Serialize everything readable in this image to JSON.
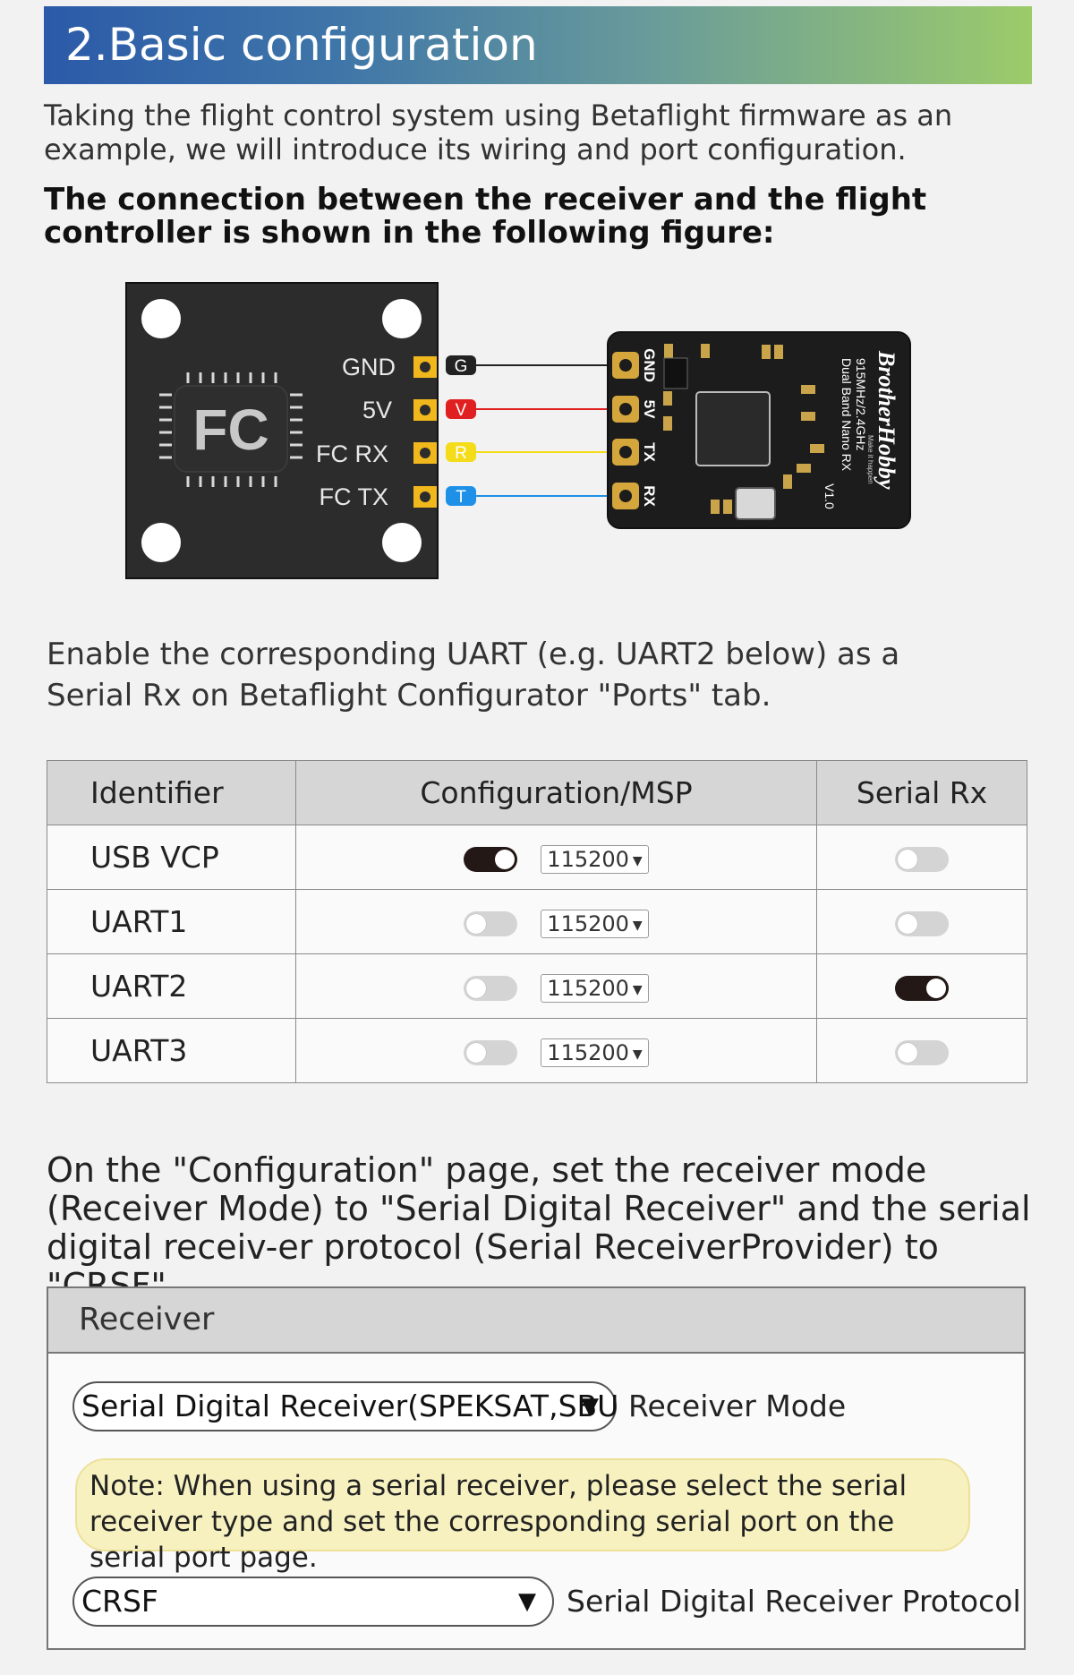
{
  "header": {
    "title": "2.Basic configuration"
  },
  "intro": {
    "text": "Taking the flight control system using Betaflight firmware as an example, we will introduce its wiring and port configuration.",
    "bold": "The connection between the receiver and the flight controller is shown in the following figure:"
  },
  "figure": {
    "fc_label": "FC",
    "fc_pins": [
      "GND",
      "5V",
      "FC RX",
      "FC TX"
    ],
    "pin_tags": [
      "G",
      "V",
      "R",
      "T"
    ],
    "wire_colors": [
      "#222222",
      "#e02020",
      "#f5dc1a",
      "#1e90e8"
    ],
    "rx_pins": [
      "GND",
      "5V",
      "TX",
      "RX"
    ],
    "rx_brand": "BrotherHobby",
    "rx_tagline": "Make it happen",
    "rx_model_1": "915MHz/2.4GHz",
    "rx_model_2": "Dual Band Nano RX",
    "rx_version": "V1.0"
  },
  "uart_text": "Enable the corresponding UART (e.g. UART2 below) as a Serial Rx on Betaflight Configurator \"Ports\" tab.",
  "ports_table": {
    "headers": [
      "Identifier",
      "Configuration/MSP",
      "Serial Rx"
    ],
    "rows": [
      {
        "id": "USB VCP",
        "msp": true,
        "baud": "115200",
        "serial_rx": false
      },
      {
        "id": "UART1",
        "msp": false,
        "baud": "115200",
        "serial_rx": false
      },
      {
        "id": "UART2",
        "msp": false,
        "baud": "115200",
        "serial_rx": true
      },
      {
        "id": "UART3",
        "msp": false,
        "baud": "115200",
        "serial_rx": false
      }
    ]
  },
  "config_text": "On the \"Configuration\" page, set the receiver mode (Receiver Mode) to \"Serial Digital Receiver\" and the serial digital receiv-er protocol (Serial ReceiverProvider) to \"CRSF\".",
  "receiver_panel": {
    "title": "Receiver",
    "mode_value": "Serial Digital Receiver(SPEKSAT,SBU",
    "mode_label": "Receiver Mode",
    "note": "Note: When using a serial receiver, please select the serial receiver type and set the corresponding serial port on the serial port page.",
    "protocol_value": "CRSF",
    "protocol_label": "Serial Digital Receiver Protocol"
  }
}
